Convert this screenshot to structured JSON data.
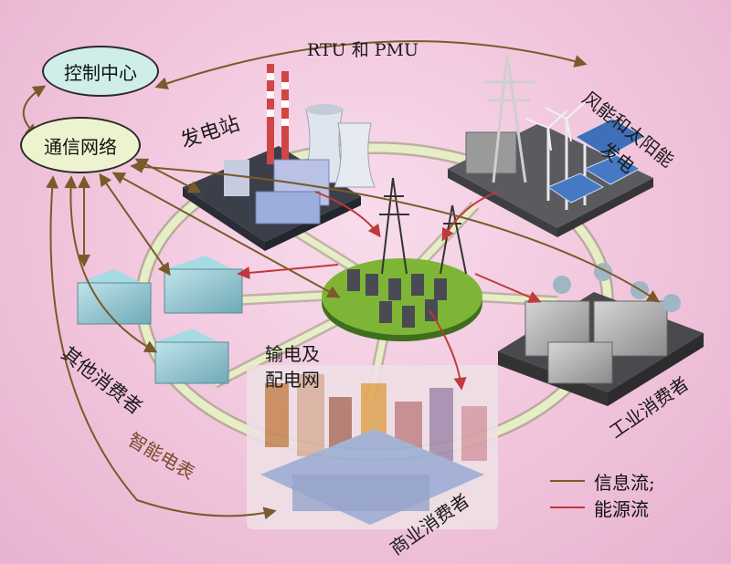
{
  "nodes": {
    "control_center": "控制中心",
    "comm_network": "通信网络",
    "power_plant": "发电站",
    "renewable_line1": "风能和太阳能",
    "renewable_line2": "发电",
    "grid_line1": "输电及",
    "grid_line2": "配电网",
    "other_consumers": "其他消费者",
    "industrial_consumers": "工业消费者",
    "commercial_consumers": "商业消费者",
    "smart_meter": "智能电表"
  },
  "links": {
    "rtu_pmu": "RTU 和 PMU"
  },
  "legend": {
    "info_flow": "信息流;",
    "energy_flow": "能源流"
  },
  "colors": {
    "info_flow": "#7a5a2a",
    "energy_flow": "#c0393b",
    "bubble_control": "#cfeeea",
    "bubble_network": "#eef3cf",
    "hub": "#7fb536"
  }
}
